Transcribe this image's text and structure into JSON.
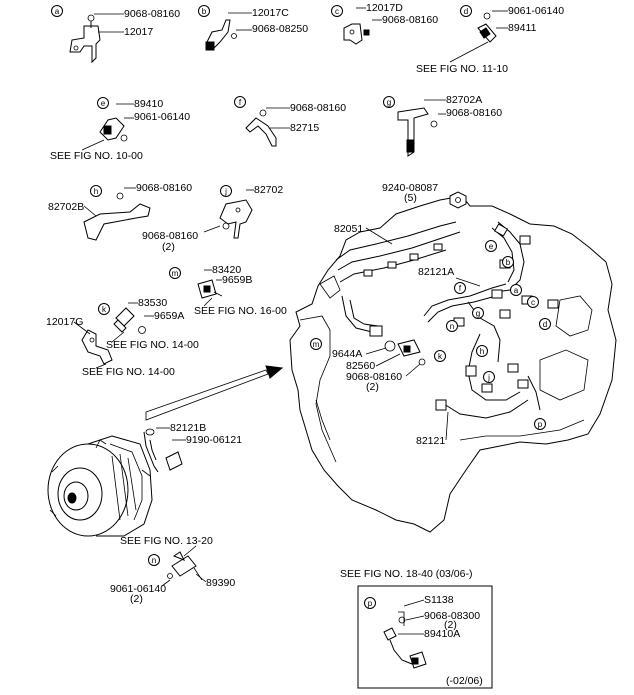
{
  "callouts": [
    "a",
    "b",
    "c",
    "d",
    "e",
    "f",
    "g",
    "h",
    "j",
    "m",
    "k",
    "n",
    "p"
  ],
  "engine_callouts": [
    "e",
    "b",
    "f",
    "a",
    "c",
    "n",
    "g",
    "h",
    "d",
    "k",
    "m",
    "j",
    "p"
  ],
  "part_numbers": {
    "a1": "9068-08160",
    "a2": "12017",
    "b1": "12017C",
    "b2": "9068-08250",
    "c1": "12017D",
    "c2": "9068-08160",
    "d1": "9061-06140",
    "d2": "89411",
    "e1": "89410",
    "e2": "9061-06140",
    "f1": "9068-08160",
    "f2": "82715",
    "g1": "82702A",
    "g2": "9068-08160",
    "h1": "9068-08160",
    "h2": "82702B",
    "j1": "82702",
    "j2": "9068-08160",
    "j2q": "(2)",
    "m1": "83420",
    "m2": "9659B",
    "k1": "83530",
    "k2": "9659A",
    "b12017g": "12017G",
    "eng1": "9240-08087",
    "eng1q": "(5)",
    "eng2": "82051",
    "eng3": "82121A",
    "eng4": "9644A",
    "eng5": "82560",
    "eng6": "9068-08160",
    "eng6q": "(2)",
    "eng7": "82121",
    "alt1": "82121B",
    "alt2": "9190-06121",
    "n1": "89390",
    "n2": "9061-06140",
    "n2q": "(2)",
    "p1": "S1138",
    "p2": "9068-08300",
    "p2q": "(2)",
    "p3": "89410A"
  },
  "references": {
    "d": "SEE FIG NO. 11-10",
    "e": "SEE FIG NO. 10-00",
    "m": "SEE FIG NO. 16-00",
    "k": "SEE FIG NO. 14-00",
    "g12017": "SEE FIG NO. 14-00",
    "n": "SEE FIG NO.  13-20",
    "p": "SEE FIG NO. 18-40 (03/06-)"
  },
  "notes": {
    "p_date": "(-02/06)"
  }
}
